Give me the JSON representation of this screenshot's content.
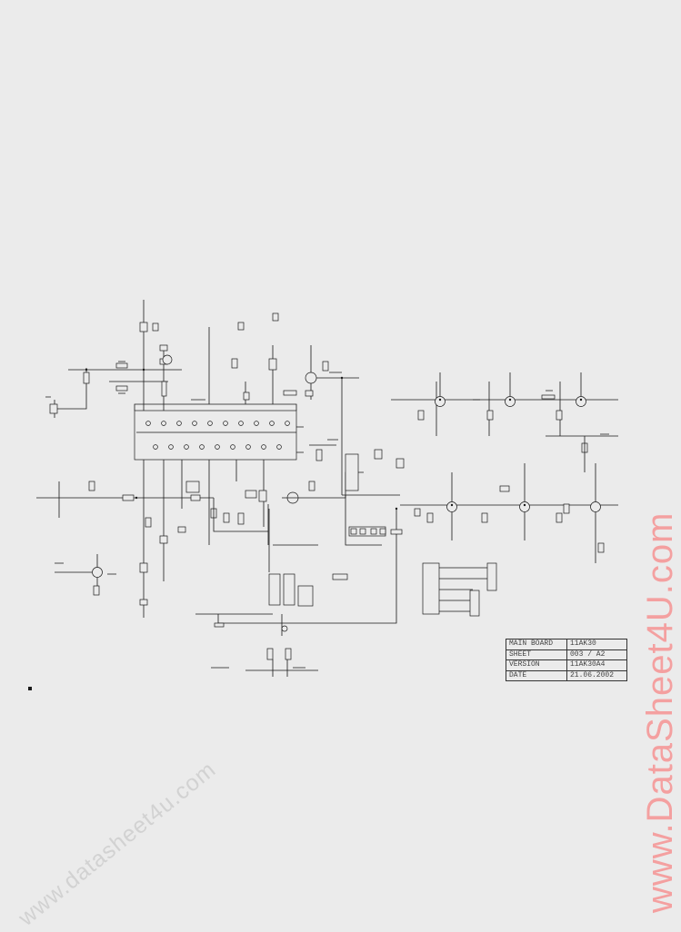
{
  "title_block": {
    "rows": [
      {
        "key": "MAIN BOARD",
        "value": "11AK30"
      },
      {
        "key": "SHEET",
        "value": "003 / A2"
      },
      {
        "key": "VERSION",
        "value": "11AK30A4"
      },
      {
        "key": "DATE",
        "value": "21.06.2002"
      }
    ]
  },
  "watermarks": {
    "right": "www.DataSheet4U.com",
    "diagonal": "www.datasheet4u.com"
  },
  "colors": {
    "background": "#ebebeb",
    "ink": "#1a1a1a",
    "watermark_right": "#f4a0a0",
    "watermark_diag": "#d2d2d2"
  }
}
